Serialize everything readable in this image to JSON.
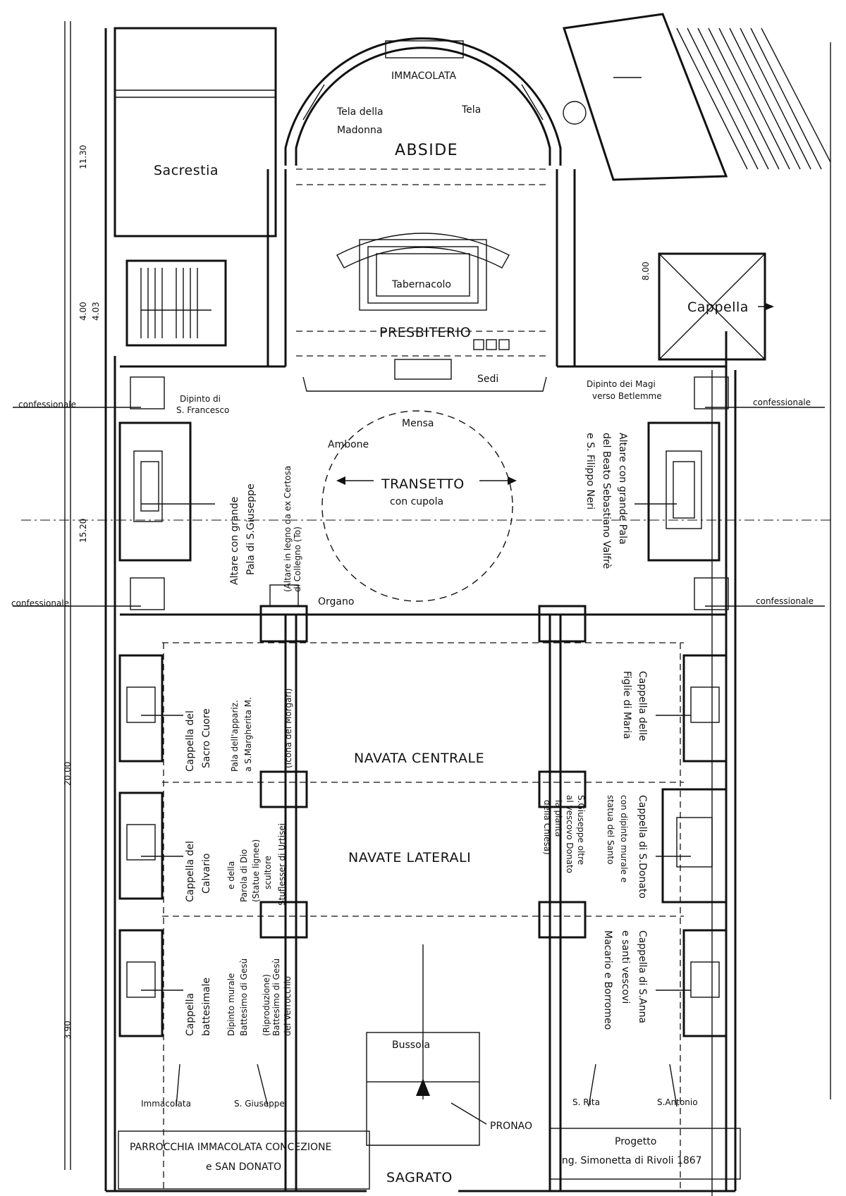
{
  "apse": {
    "title": "ABSIDE",
    "statue": "IMMACOLATA",
    "painting_left": [
      "Tela della",
      "Madonna"
    ],
    "painting_right": "Tela"
  },
  "sacristy": "Sacrestia",
  "chapel_right": "Cappella",
  "presbytery": {
    "title": "PRESBITERIO",
    "tabernacle": "Tabernacolo",
    "seats": "Sedi",
    "altar_table": "Mensa",
    "ambo": "Ambone"
  },
  "paintings": {
    "francis": [
      "Dipinto di",
      "S. Francesco"
    ],
    "magi": [
      "Dipinto dei Magi",
      "verso Betlemme"
    ]
  },
  "confessionals": [
    "confessionale",
    "confessionale",
    "confessionale",
    "confessionale"
  ],
  "transept": {
    "title": "TRANSETTO",
    "subtitle": "con cupola",
    "organ": "Organo",
    "altar_left": [
      "Altare con grande",
      "Pala di S.Giuseppe"
    ],
    "altar_wood": [
      "(Altare in legno da ex Certosa",
      "di Collegno (To)"
    ],
    "altar_right": [
      "Altare con grande Pala",
      "del Beato Sebastiano Valfrè",
      "e S. Filippo Neri"
    ]
  },
  "nave": {
    "central": "NAVATA CENTRALE",
    "lateral": "NAVATE LATERALI"
  },
  "chapels_left": [
    {
      "name": [
        "Cappella del",
        "Sacro Cuore"
      ],
      "note": [
        "Pala dell'appariz.",
        "a S.Margherita M."
      ],
      "extra": [
        "(Icona del Morgari)"
      ]
    },
    {
      "name": [
        "Cappella del",
        "Calvario"
      ],
      "note": [
        "e della",
        "Parola di Dio",
        "(Statue lignee)",
        "scultore"
      ],
      "extra": [
        "Stuflesser di Urtisei"
      ]
    },
    {
      "name": [
        "Cappella",
        "battesimale"
      ],
      "note": [
        "Dipinto murale",
        "Battesimo di Gesù"
      ],
      "extra": [
        "(Riproduzione)",
        "Battesimo di Gesù",
        "del Verrocchio"
      ]
    }
  ],
  "chapels_right": [
    {
      "name": [
        "Cappella delle",
        "Figlie di Maria"
      ],
      "note": []
    },
    {
      "name": [
        "Cappella di S.Donato"
      ],
      "note": [
        "con dipinto murale e",
        "statua del Santo"
      ],
      "extra": [
        "S.Giuseppe oltre",
        "al vescovo Donato",
        "la pianta",
        "della Chiesa)"
      ]
    },
    {
      "name": [
        "Cappella di S.Anna"
      ],
      "note": [
        "e santi vescovi",
        "Macario e Borromeo"
      ]
    }
  ],
  "entrance": {
    "vestibule": "Bussola",
    "porch": "PRONAO",
    "churchyard": "SAGRATO"
  },
  "statues_bottom": [
    "Immacolata",
    "S. Giuseppe",
    "S. Rita",
    "S.Antonio"
  ],
  "dimensions": [
    "11.30",
    "4.03",
    "4.00",
    "15.20",
    "8.00",
    "20.00",
    "3.90"
  ],
  "title_block": [
    "PARROCCHIA IMMACOLATA CONCEZIONE",
    "e SAN DONATO"
  ],
  "project_block": [
    "Progetto",
    "ing. Simonetta di Rivoli 1867"
  ]
}
